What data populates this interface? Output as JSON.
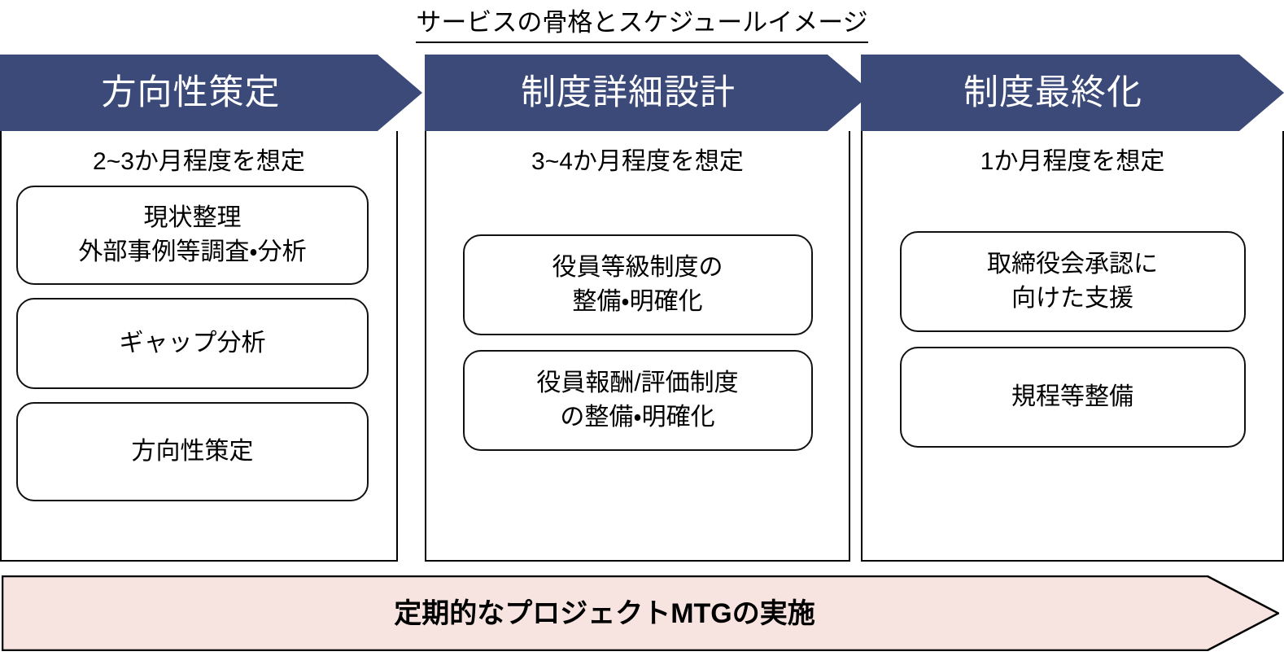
{
  "title": "サービスの骨格とスケジュールイメージ",
  "colors": {
    "phase_header_navy": "#3B4A78",
    "phase_header_text": "#FFFFFF",
    "ongoing_arrow_fill": "#F7E3E0",
    "outline": "#000000",
    "page_background": "#FFFFFF"
  },
  "phases": [
    {
      "name": "方向性策定",
      "duration": "2~3か月程度を想定",
      "tasks": [
        {
          "lines": [
            "現状整理",
            "外部事例等調査・分析"
          ]
        },
        {
          "lines": [
            "ギャップ分析"
          ]
        },
        {
          "lines": [
            "方向性策定"
          ]
        }
      ]
    },
    {
      "name": "制度詳細設計",
      "duration": "3~4か月程度を想定",
      "tasks": [
        {
          "lines": [
            "役員等級制度の",
            "整備・明確化"
          ]
        },
        {
          "lines": [
            "役員報酬/評価制度",
            "の整備・明確化"
          ]
        }
      ]
    },
    {
      "name": "制度最終化",
      "duration": "1か月程度を想定",
      "tasks": [
        {
          "lines": [
            "取締役会承認に",
            "向けた支援"
          ]
        },
        {
          "lines": [
            "規程等整備"
          ]
        }
      ]
    }
  ],
  "ongoing_arrow": {
    "label": "定期的なプロジェクトMTGの実施"
  }
}
